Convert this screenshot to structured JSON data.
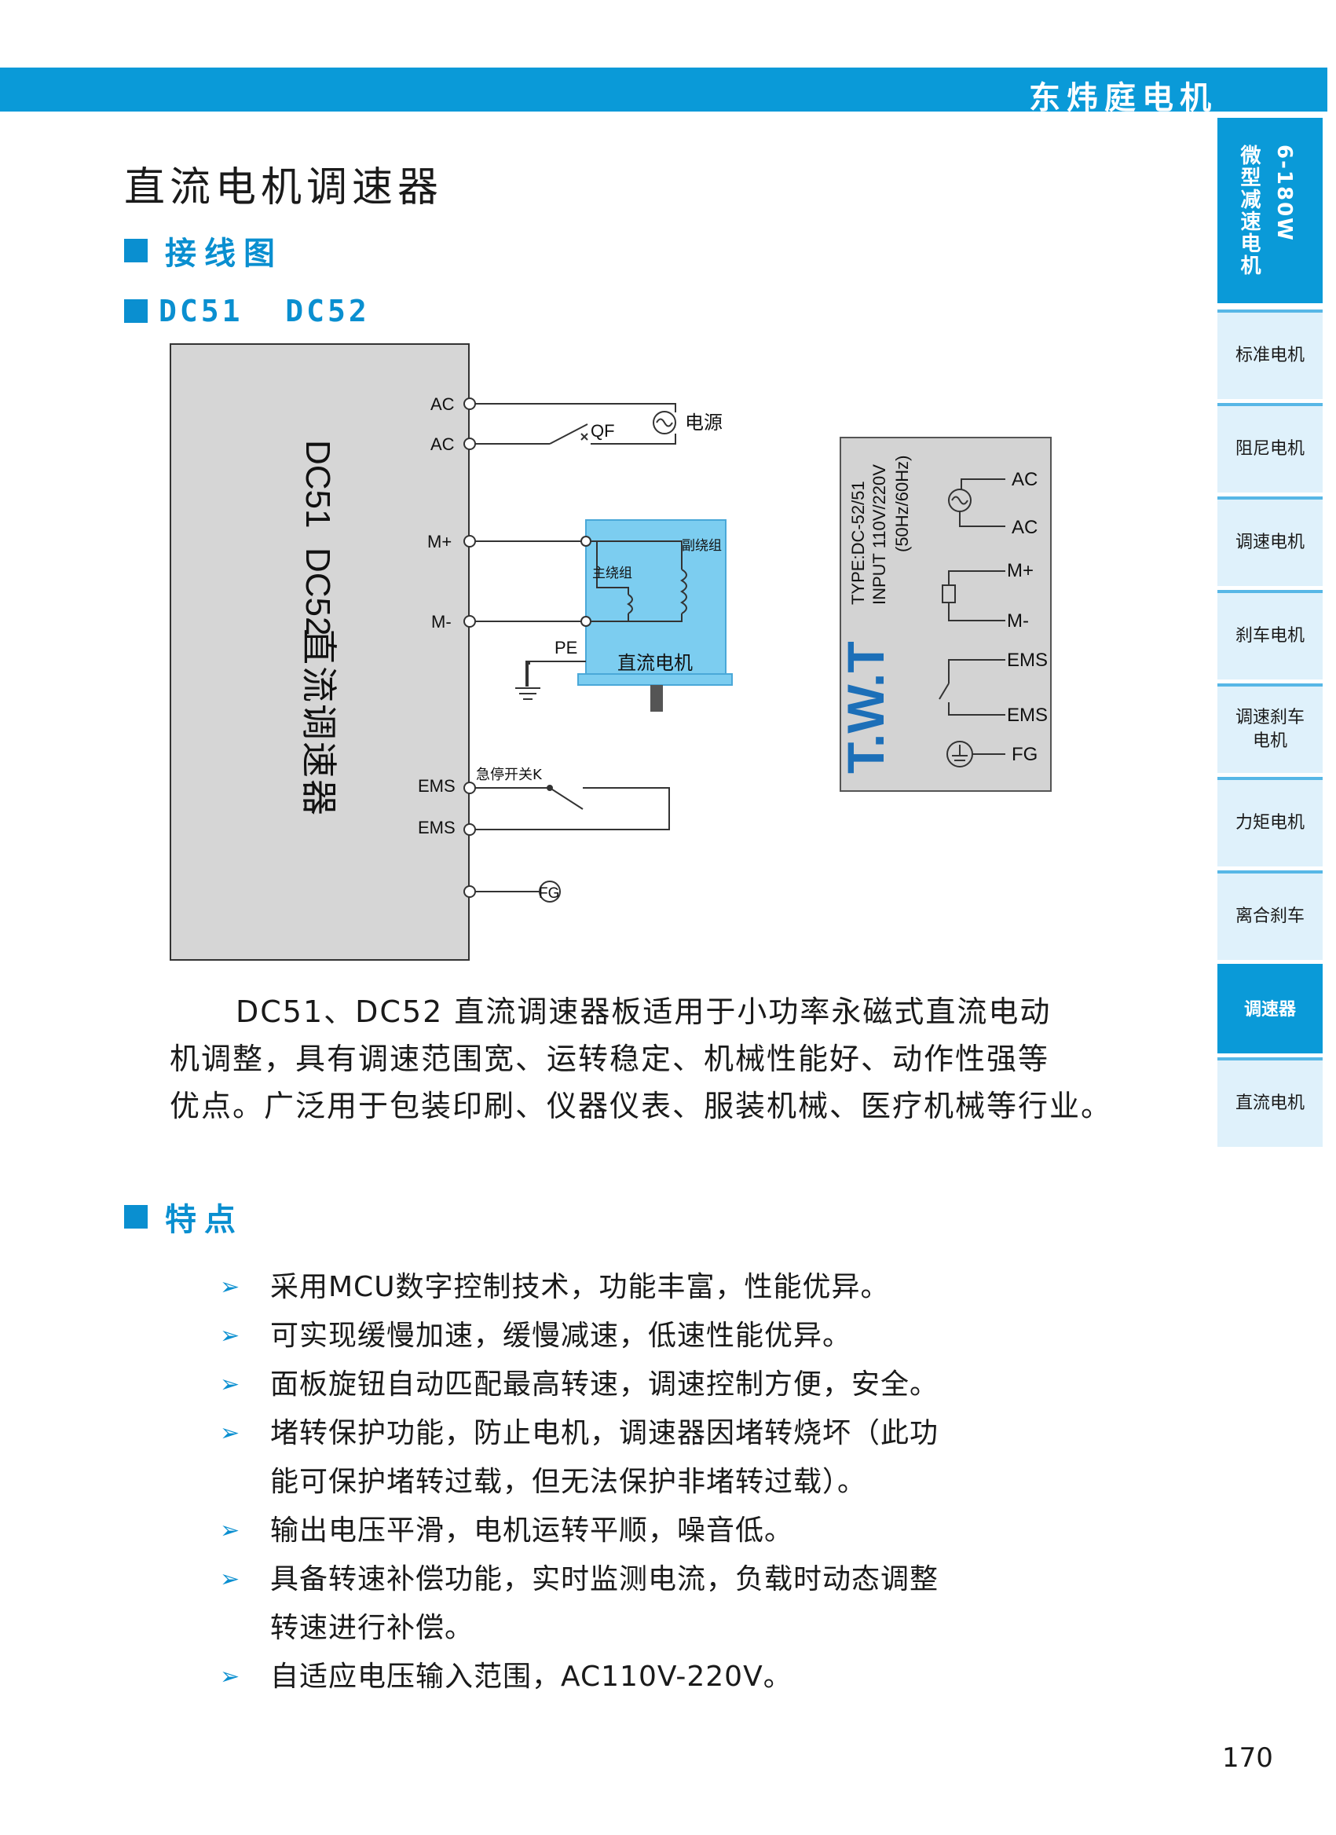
{
  "header": {
    "brand": "东炜庭电机"
  },
  "page_title": "直流电机调速器",
  "sections": {
    "wiring": "接线图",
    "model": "DC51  DC52",
    "features": "特点"
  },
  "diagram": {
    "controller_label_latin": "DC51  DC52",
    "controller_label_cn": "直流调速器",
    "terminals": {
      "ac1": "AC",
      "ac2": "AC",
      "mplus": "M+",
      "mminus": "M-",
      "ems1": "EMS",
      "ems2": "EMS"
    },
    "qf": "QF",
    "power": "电源",
    "motor_secondary": "副绕组",
    "motor_main": "主绕组",
    "pe": "PE",
    "motor_name": "直流电机",
    "estop": "急停开关K",
    "fg": "FG"
  },
  "nameplate": {
    "brand": "T.W.T",
    "type": "TYPE:DC-52/51",
    "input": "INPUT 110V/220V",
    "freq": "(50Hz/60Hz)",
    "ac1": "AC",
    "ac2": "AC",
    "mplus": "M+",
    "mminus": "M-",
    "ems1": "EMS",
    "ems2": "EMS",
    "fg": "FG"
  },
  "intro": {
    "line1": "DC51、DC52 直流调速器板适用于小功率永磁式直流电动",
    "line2": "机调整，具有调速范围宽、运转稳定、机械性能好、动作性强等",
    "line3": "优点。广泛用于包装印刷、仪器仪表、服装机械、医疗机械等行业。"
  },
  "features": [
    {
      "lines": [
        "采用MCU数字控制技术，功能丰富，性能优异。"
      ]
    },
    {
      "lines": [
        "可实现缓慢加速，缓慢减速，低速性能优异。"
      ]
    },
    {
      "lines": [
        "面板旋钮自动匹配最高转速，调速控制方便，安全。"
      ]
    },
    {
      "lines": [
        "堵转保护功能，防止电机，调速器因堵转烧坏（此功",
        "能可保护堵转过载，但无法保护非堵转过载）。"
      ]
    },
    {
      "lines": [
        "输出电压平滑，电机运转平顺，噪音低。"
      ]
    },
    {
      "lines": [
        "具备转速补偿功能，实时监测电流，负载时动态调整",
        "转速进行补偿。"
      ]
    },
    {
      "lines": [
        "自适应电压输入范围，AC110V-220V。"
      ]
    }
  ],
  "sidebar": {
    "top_col1": "微型减速电机",
    "top_col2": "6-180W",
    "items": [
      {
        "label": "标准电机",
        "active": false
      },
      {
        "label": "阻尼电机",
        "active": false
      },
      {
        "label": "调速电机",
        "active": false
      },
      {
        "label": "刹车电机",
        "active": false
      },
      {
        "label": "调速刹车电机",
        "active": false
      },
      {
        "label": "力矩电机",
        "active": false
      },
      {
        "label": "离合刹车",
        "active": false
      },
      {
        "label": "调速器",
        "active": true
      },
      {
        "label": "直流电机",
        "active": false
      }
    ]
  },
  "page_number": "170",
  "colors": {
    "brand_blue": "#0a9ad8",
    "motor_fill": "#7ccdf0",
    "plate_gray": "#d3d3d3",
    "plate_blue": "#1c6fb8"
  }
}
